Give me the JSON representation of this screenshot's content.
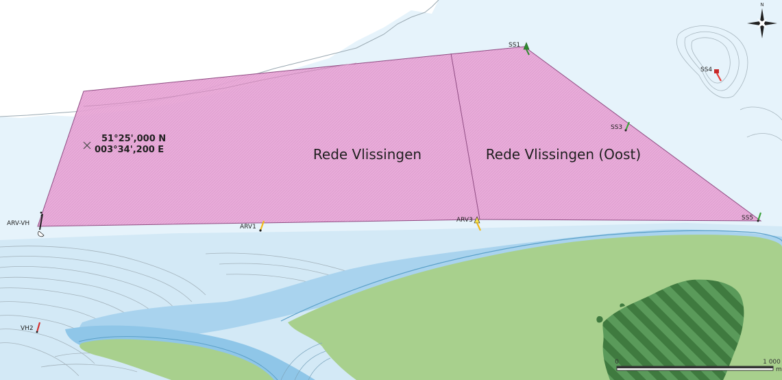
{
  "map": {
    "colors": {
      "sea_deep": "#e3f1fa",
      "sea_shallow": "#bfe0f3",
      "sea_very_shallow": "#8fc6e8",
      "tidal_flat": "#a8d08d",
      "land_hatched": "#4e8a4e",
      "anchorage_fill": "#e8a6d6",
      "anchorage_stroke": "#8e4b82",
      "depth_contour": "#9aa9b2"
    },
    "areas": {
      "west": "Rede Vlissingen",
      "east": "Rede Vlissingen (Oost)"
    },
    "position": {
      "lat": "51°25',000 N",
      "lon": "003°34',200 E"
    },
    "buoys": {
      "ss1": "SS1",
      "ss3": "SS3",
      "ss4": "SS4",
      "ss5": "SS5",
      "arv_vh": "ARV-VH",
      "arv1": "ARV1",
      "arv3": "ARV3",
      "vh2": "VH2"
    },
    "compass": {
      "north": "N",
      "icon": "compass-rose-icon"
    },
    "scale": {
      "start": "0",
      "end": "1 000",
      "unit": "m"
    }
  }
}
